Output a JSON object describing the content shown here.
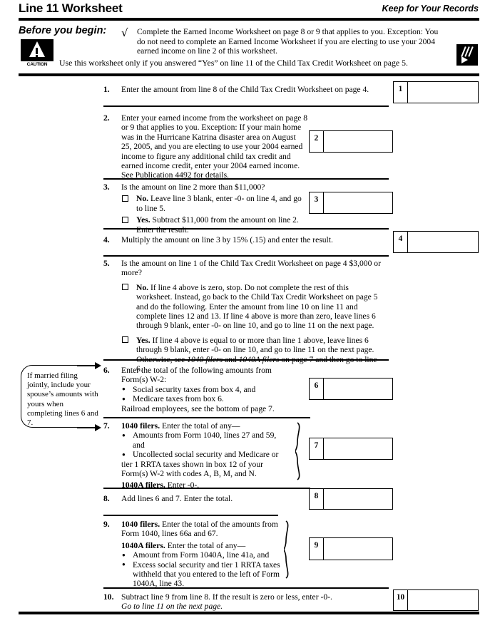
{
  "header": {
    "title": "Line 11 Worksheet",
    "keep_note": "Keep for Your Records"
  },
  "before_you_begin": {
    "label": "Before you begin:",
    "check_glyph": "√",
    "caution_word": "CAUTION",
    "paragraph_1": "Complete the Earned Income Worksheet on page 8 or 9 that applies to you. Exception: You do not need to complete an Earned Income Worksheet if you are electing to use your 2004 earned income on line 2 of this worksheet.",
    "paragraph_2": "Use this worksheet only if you answered “Yes” on line 11 of the Child Tax Credit Worksheet on page 5."
  },
  "margin_note": {
    "text": "If married filing jointly, include your spouse’s amounts with yours when completing lines 6 and 7."
  },
  "items": [
    {
      "num": "1.",
      "box_label": "1",
      "text": "Enter the amount from line 8 of the Child Tax Credit Worksheet on page 4."
    },
    {
      "num": "2.",
      "box_label": "2",
      "text": "Enter your earned income from the worksheet on page 8 or 9 that applies to you. Exception: If your main home was in the Hurricane Katrina disaster area on August 25, 2005, and you are electing to use your 2004 earned income to figure any additional child tax credit and earned income credit, enter your 2004 earned income. See Publication 4492 for details."
    },
    {
      "num": "3.",
      "box_label": "3",
      "question": "Is the amount on line 2 more than $11,000?",
      "choice_no_label": "No.",
      "choice_no_text": " Leave line 3 blank, enter -0- on line 4, and go to line 5.",
      "choice_yes_label": "Yes.",
      "choice_yes_text": " Subtract $11,000 from the amount on line 2. Enter the result."
    },
    {
      "num": "4.",
      "box_label": "4",
      "text": "Multiply the amount on line 3 by 15% (.15) and enter the result."
    },
    {
      "num": "5.",
      "box_label": "",
      "question": "Is the amount on line 1 of the Child Tax Credit Worksheet on page 4 $3,000 or more?",
      "choice_no_label": "No.",
      "choice_no_text": " If line 4 above is zero, stop. Do not complete the rest of this worksheet. Instead, go back to the Child Tax Credit Worksheet on page 5 and do the following. Enter the amount from line 10 on line 11 and complete lines 12 and 13. If line 4 above is more than zero, leave lines 6 through 9 blank, enter -0- on line 10, and go to line 11 on the next page.",
      "choice_yes_label": "Yes.",
      "choice_yes_text_a": " If line 4 above is equal to or more than line 1 above, leave lines 6 through 9 blank, enter -0- on line 10, and go to line 11 on the next page. Otherwise, see ",
      "choice_yes_italic_a": "1040 filers",
      "choice_yes_text_b": " and ",
      "choice_yes_italic_b": "1040A filers",
      "choice_yes_text_c": " on page 7 and then go to line 6."
    },
    {
      "num": "6.",
      "box_label": "6",
      "lead": "Enter the total of the following amounts from Form(s) W-2:",
      "bullets": [
        "Social security taxes from box 4, and",
        "Medicare taxes from box 6."
      ],
      "tail": "Railroad employees, see the bottom of page 7."
    },
    {
      "num": "7.",
      "box_label": "7",
      "lead_bold": "1040 filers.",
      "lead": " Enter the total of any—",
      "bullets": [
        "Amounts from Form 1040, lines 27 and 59, and",
        "Uncollected social security and Medicare or"
      ],
      "cont": "tier 1 RRTA taxes shown in box 12 of your Form(s) W-2 with codes A, B, M, and N.",
      "tail_bold": "1040A filers.",
      "tail": " Enter -0-."
    },
    {
      "num": "8.",
      "box_label": "8",
      "text": "Add lines 6 and 7. Enter the total."
    },
    {
      "num": "9.",
      "box_label": "9",
      "lead_bold": "1040 filers.",
      "lead": " Enter the total of the amounts from Form 1040, lines 66a and 67.",
      "mid_bold": "1040A filers.",
      "mid": " Enter the total of any—",
      "bullets": [
        "Amount from Form 1040A, line 41a, and",
        "Excess social security and tier 1 RRTA taxes withheld that you entered to the left of Form 1040A, line 43."
      ]
    },
    {
      "num": "10.",
      "box_label": "10",
      "text": "Subtract line 9 from line 8. If the result is zero or less, enter -0-.",
      "italic_tail": "Go to line 11 on the next page."
    }
  ],
  "colors": {
    "ink": "#000000",
    "paper": "#ffffff"
  }
}
